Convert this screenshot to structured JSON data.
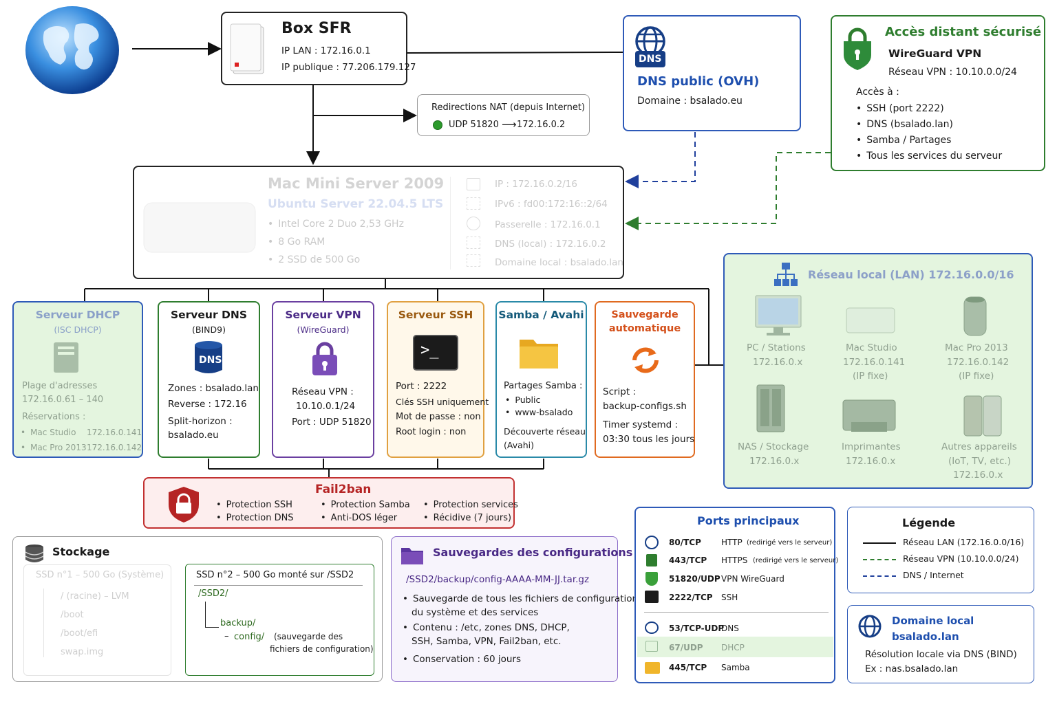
{
  "router": {
    "title": "Box SFR",
    "ip_lan": "IP LAN : 172.16.0.1",
    "ip_public": "IP publique : 77.206.179.127"
  },
  "nat": {
    "title": "Redirections NAT (depuis Internet)",
    "rule_from": "UDP 51820",
    "arrow": "⟶",
    "rule_to": "172.16.0.2"
  },
  "dns_public": {
    "badge": "DNS",
    "title": "DNS public (OVH)",
    "domain": "Domaine : bsalado.eu"
  },
  "remote": {
    "title": "Accès distant sécurisé",
    "vpn": "WireGuard VPN",
    "network": "Réseau VPN : 10.10.0.0/24",
    "access_label": "Accès à :",
    "items": [
      "SSH (port 2222)",
      "DNS (bsalado.lan)",
      "Samba / Partages",
      "Tous les services du serveur"
    ]
  },
  "server": {
    "title": "Mac Mini Server 2009",
    "os": "Ubuntu Server 22.04.5 LTS",
    "specs": [
      "Intel Core 2 Duo 2,53 GHz",
      "8 Go RAM",
      "2 SSD de 500 Go"
    ],
    "net": [
      "IP : 172.16.0.2/16",
      "IPv6 : fd00:172:16::2/64",
      "Passerelle : 172.16.0.1",
      "DNS (local) : 172.16.0.2",
      "Domaine local : bsalado.lan"
    ]
  },
  "lan": {
    "title": "Réseau local (LAN) 172.16.0.0/16",
    "devices": [
      {
        "name": "PC / Stations",
        "ip": "172.16.0.x",
        "extra": ""
      },
      {
        "name": "Mac Studio",
        "ip": "172.16.0.141",
        "extra": "(IP fixe)"
      },
      {
        "name": "Mac Pro 2013",
        "ip": "172.16.0.142",
        "extra": "(IP fixe)"
      },
      {
        "name": "NAS / Stockage",
        "ip": "172.16.0.x",
        "extra": ""
      },
      {
        "name": "Imprimantes",
        "ip": "172.16.0.x",
        "extra": ""
      },
      {
        "name": "Autres appareils",
        "ip": "(IoT, TV, etc.)",
        "extra": "172.16.0.x"
      }
    ]
  },
  "dhcp": {
    "title": "Serveur DHCP",
    "sub": "(ISC DHCP)",
    "range_label": "Plage d'adresses",
    "range": "172.16.0.61 – 140",
    "res_label": "Réservations :",
    "res": [
      [
        "Mac Studio",
        "172.16.0.141"
      ],
      [
        "Mac Pro 2013",
        "172.16.0.142"
      ]
    ]
  },
  "dns": {
    "title": "Serveur DNS",
    "sub": "(BIND9)",
    "badge": "DNS",
    "lines": [
      "Zones : bsalado.lan",
      "Reverse : 172.16",
      "Split-horizon :",
      "bsalado.eu"
    ]
  },
  "vpn": {
    "title": "Serveur VPN",
    "sub": "(WireGuard)",
    "lines": [
      "Réseau VPN :",
      "10.10.0.1/24",
      "Port : UDP 51820"
    ]
  },
  "ssh": {
    "title": "Serveur SSH",
    "prompt": ">_",
    "lines": [
      "Port : 2222",
      "Clés SSH uniquement",
      "Mot de passe : non",
      "Root login : non"
    ]
  },
  "samba": {
    "title": "Samba / Avahi",
    "shares_label": "Partages Samba :",
    "shares": [
      "Public",
      "www-bsalado"
    ],
    "discovery": [
      "Découverte réseau",
      "(Avahi)"
    ]
  },
  "backup_svc": {
    "title1": "Sauvegarde",
    "title2": "automatique",
    "script_label": "Script :",
    "script": "backup-configs.sh",
    "timer_label": "Timer systemd :",
    "timer": "03:30 tous les jours"
  },
  "fail2ban": {
    "title": "Fail2ban",
    "items": [
      "Protection SSH",
      "Protection DNS",
      "Protection Samba",
      "Anti-DOS léger",
      "Protection services",
      "Récidive (7 jours)"
    ]
  },
  "storage": {
    "title": "Stockage",
    "ssd1": {
      "title": "SSD n°1 – 500 Go (Système)",
      "items": [
        "/ (racine) – LVM",
        "/boot",
        "/boot/efi",
        "swap.img"
      ]
    },
    "ssd2": {
      "title": "SSD n°2 – 500 Go monté sur /SSD2",
      "root": "/SSD2/",
      "backup": "backup/",
      "config": "config/",
      "note1": "(sauvegarde des",
      "note2": "fichiers de configuration)"
    }
  },
  "config_backup": {
    "title": "Sauvegardes des configurations",
    "path": "/SSD2/backup/config-AAAA-MM-JJ.tar.gz",
    "items": [
      [
        "Sauvegarde de tous les fichiers de configuration",
        "du système et des services"
      ],
      [
        "Contenu : /etc, zones DNS, DHCP,",
        "SSH, Samba, VPN, Fail2ban, etc."
      ],
      [
        "Conservation : 60 jours"
      ]
    ]
  },
  "ports": {
    "title": "Ports principaux",
    "rows": [
      {
        "port": "80/TCP",
        "desc": "HTTP",
        "note": "(redirigé vers le serveur)",
        "icon": "globe-icon"
      },
      {
        "port": "443/TCP",
        "desc": "HTTPS",
        "note": "(redirigé vers le serveur)",
        "icon": "lock-icon"
      },
      {
        "port": "51820/UDP",
        "desc": "VPN WireGuard",
        "note": "",
        "icon": "shield-icon"
      },
      {
        "port": "2222/TCP",
        "desc": "SSH",
        "note": "",
        "icon": "terminal-icon"
      },
      {
        "port": "53/TCP-UDP",
        "desc": "DNS",
        "note": "",
        "icon": "dns-icon"
      },
      {
        "port": "67/UDP",
        "desc": "DHCP",
        "note": "",
        "icon": "monitor-icon"
      },
      {
        "port": "445/TCP",
        "desc": "Samba",
        "note": "",
        "icon": "folder-icon"
      }
    ]
  },
  "legend": {
    "title": "Légende",
    "items": [
      "Réseau LAN (172.16.0.0/16)",
      "Réseau VPN (10.10.0.0/24)",
      "DNS / Internet"
    ],
    "colors": [
      "#111111",
      "#2e7d2e",
      "#1f3f9c"
    ]
  },
  "local_domain": {
    "title1": "Domaine local",
    "title2": "bsalado.lan",
    "line1": "Résolution locale via DNS (BIND)",
    "line2": "Ex : nas.bsalado.lan"
  }
}
